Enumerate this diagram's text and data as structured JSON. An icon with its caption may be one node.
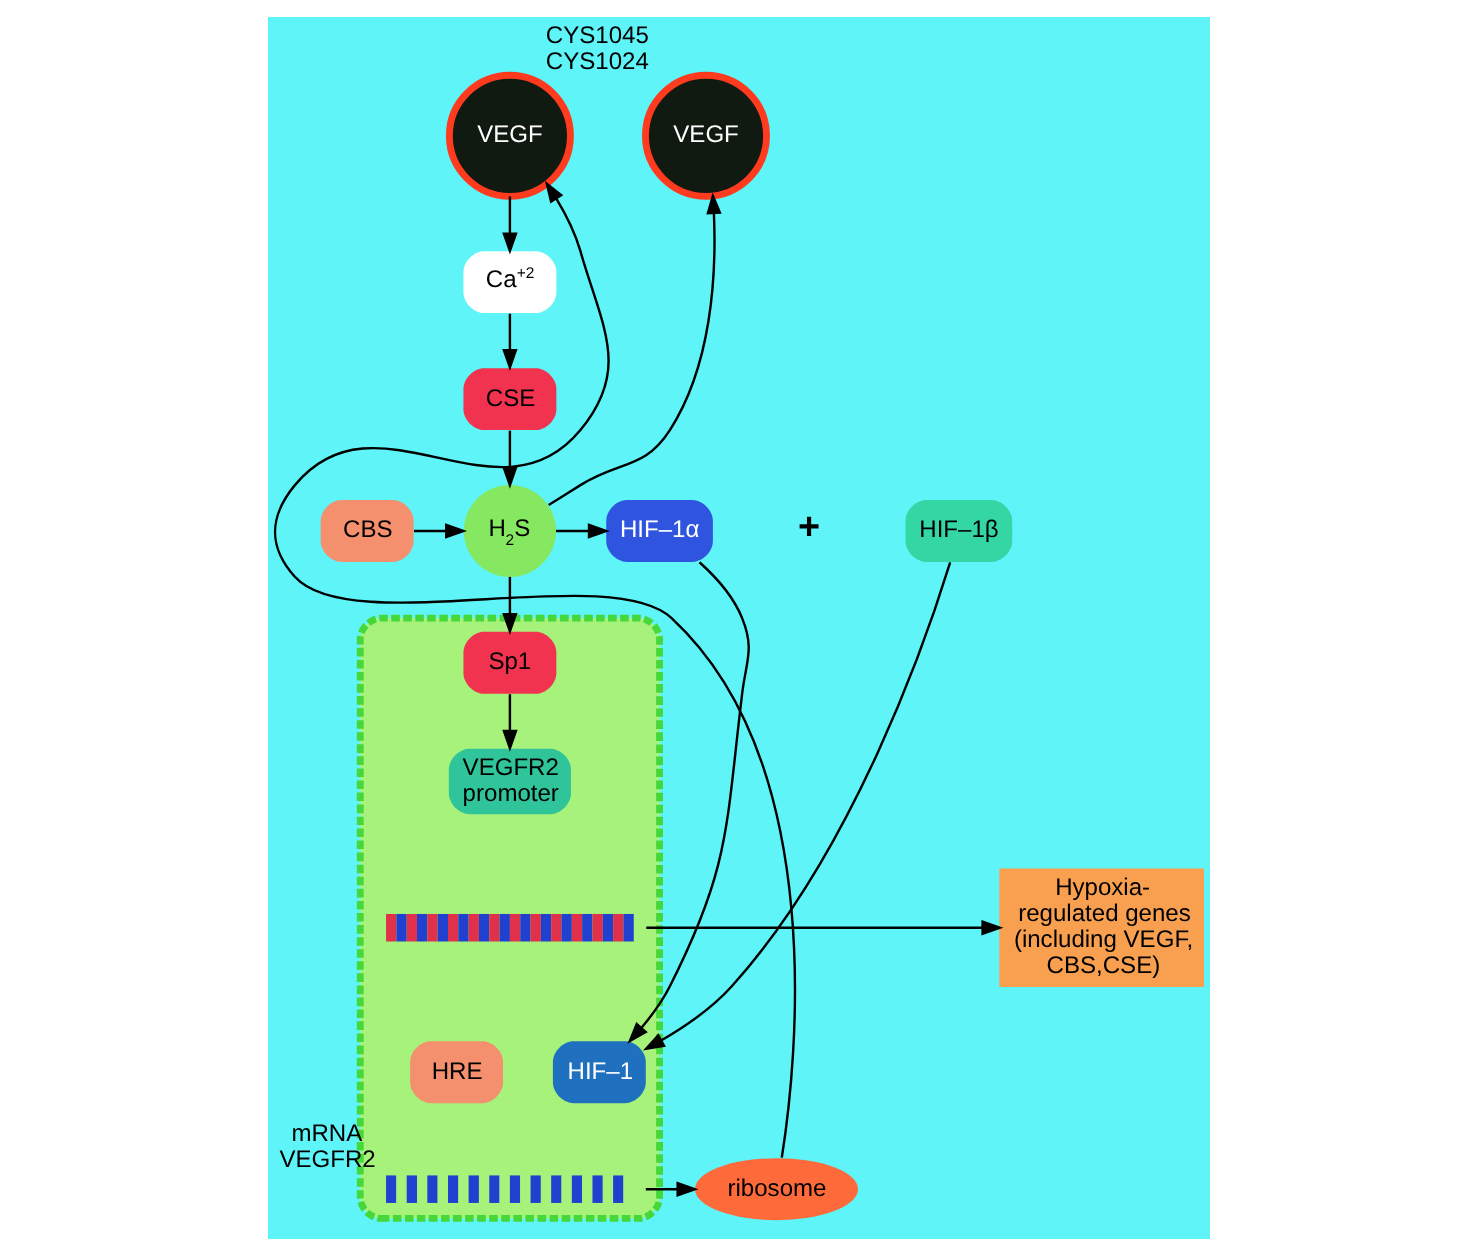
{
  "diagram": {
    "nodes": [
      {
        "text": [
          "VEGF"
        ]
      },
      {
        "text": [
          "VEGF"
        ],
        "beside": [
          "CYS1045 CYS1024"
        ]
      },
      {
        "text": [
          "Ca$^{+2}$"
        ]
      },
      {
        "text": [
          "CSE"
        ]
      },
      {
        "text": [
          "CBS"
        ]
      },
      {
        "text": [
          "H$_{2}$S"
        ]
      },
      {
        "text": [
          "HIF–1α"
        ]
      },
      {
        "text": [
          "HIF–1β"
        ]
      },
      {
        "text": [],
        "shape": "ellipse"
      },
      {
        "text": [
          "Sp1"
        ],
        "in": 8
      },
      {
        "text": [
          "VEGFR2 promoter"
        ],
        "in": 8
      },
      {
        "text": [],
        "shape": "picture",
        "in": 8
      },
      {
        "text": [
          "HRE"
        ],
        "in": 8
      },
      {
        "text": [
          "HIF–1"
        ],
        "in": 8
      },
      {
        "text": [
          "Hypoxia-regulated genes (including VEGF, CBS,CSE)"
        ]
      },
      {
        "text": [],
        "shape": "picture",
        "in": 8,
        "beside": [
          "mRNA VEGFR2"
        ]
      },
      {
        "text": [
          "ribosome"
        ]
      }
    ],
    "edges": [
      {
        "from": 0,
        "to": 2,
        "arrow": "to"
      },
      {
        "from": 2,
        "to": 3,
        "arrow": "to"
      },
      {
        "from": 3,
        "to": 5,
        "arrow": "to"
      },
      {
        "from": 4,
        "to": 5,
        "arrow": "to"
      },
      {
        "from": 5,
        "to": 6,
        "arrow": "to"
      },
      {
        "from": 5,
        "to": 1,
        "arrow": "to"
      },
      {
        "from": 5,
        "to": 9,
        "arrow": "to"
      },
      {
        "from": 9,
        "to": 10,
        "arrow": "to"
      },
      {
        "from": 6,
        "to": 13,
        "arrow": "to"
      },
      {
        "from": 7,
        "to": 13,
        "arrow": "to"
      },
      {
        "from": 11,
        "to": 14,
        "arrow": "to"
      },
      {
        "from": 15,
        "to": 16,
        "arrow": "to"
      },
      {
        "from": 16,
        "to": 0,
        "arrow": "to"
      }
    ],
    "labels": [
      "+"
    ]
  }
}
